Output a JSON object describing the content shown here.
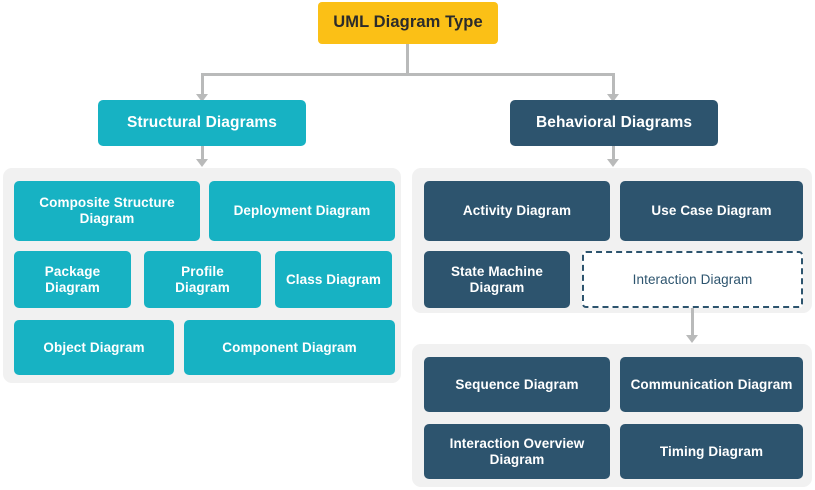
{
  "title": "UML Diagram Type",
  "colors": {
    "root": "#FBC016",
    "structural": "#17B2C3",
    "behavioral": "#2D546E",
    "panel": "#F1F1F1",
    "connector": "#B9BABA",
    "root_text": "#2b2b2b",
    "node_text": "#ffffff"
  },
  "root": {
    "label": "UML Diagram Type"
  },
  "branches": {
    "structural": {
      "label": "Structural Diagrams",
      "nodes": [
        {
          "label": "Composite Structure Diagram"
        },
        {
          "label": "Deployment Diagram"
        },
        {
          "label": "Package Diagram"
        },
        {
          "label": "Profile Diagram"
        },
        {
          "label": "Class Diagram"
        },
        {
          "label": "Object Diagram"
        },
        {
          "label": "Component Diagram"
        }
      ]
    },
    "behavioral": {
      "label": "Behavioral Diagrams",
      "nodes": [
        {
          "label": "Activity Diagram"
        },
        {
          "label": "Use Case Diagram"
        },
        {
          "label": "State Machine Diagram"
        },
        {
          "label": "Interaction Diagram"
        }
      ],
      "interaction": {
        "label": "Interaction Diagram",
        "nodes": [
          {
            "label": "Sequence Diagram"
          },
          {
            "label": "Communication Diagram"
          },
          {
            "label": "Interaction Overview Diagram"
          },
          {
            "label": "Timing Diagram"
          }
        ]
      }
    }
  }
}
